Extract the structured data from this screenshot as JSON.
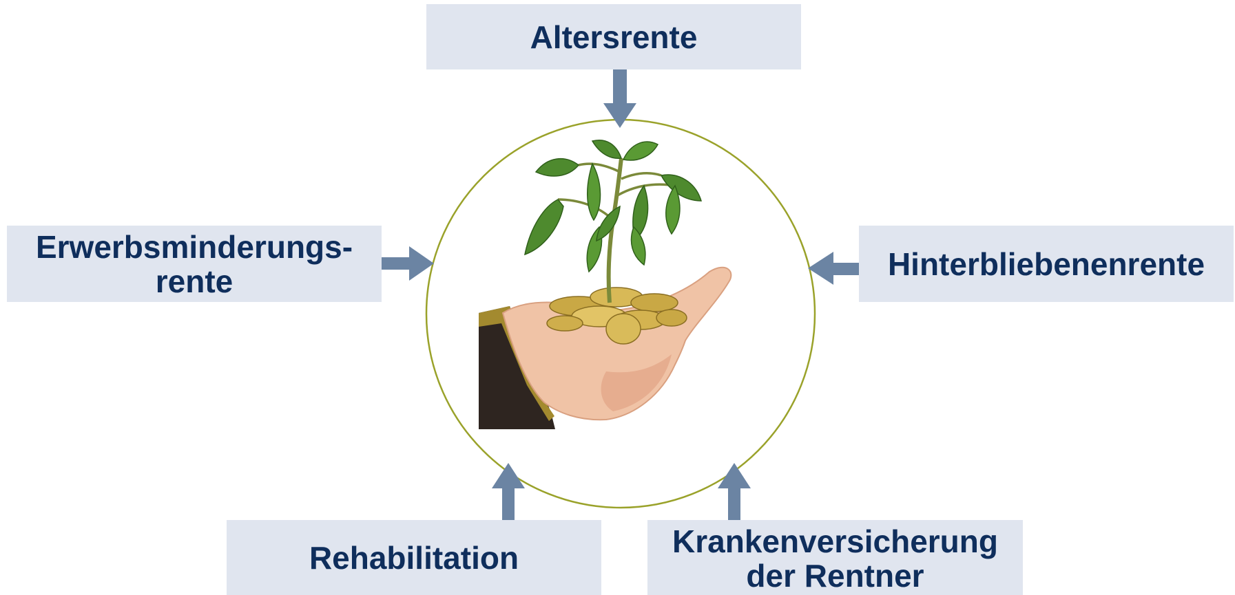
{
  "diagram": {
    "center_image": "hand-holding-coins-with-plant",
    "colors": {
      "box_fill": "#e0e5ef",
      "text": "#0f2e5c",
      "arrow": "#6b84a3",
      "circle": "#9aa22a"
    },
    "boxes": {
      "top": "Altersrente",
      "left": "Erwerbsminderungs-\nrente",
      "right": "Hinterbliebenenrente",
      "bottom_left": "Rehabilitation",
      "bottom_right": "Krankenversicherung\nder Rentner"
    }
  }
}
